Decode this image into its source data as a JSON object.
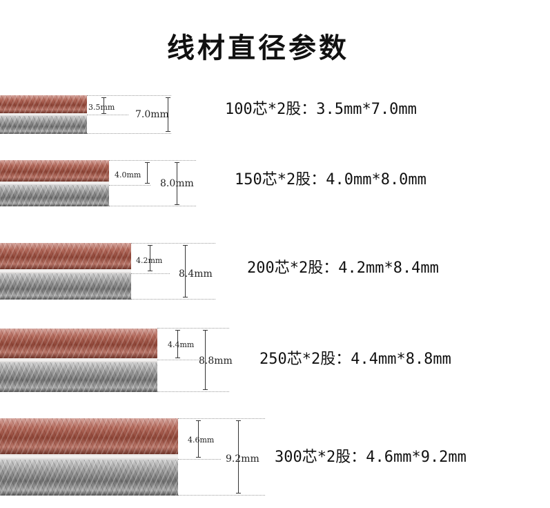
{
  "title": "线材直径参数",
  "specs": [
    {
      "label": "100芯*2股：3.5mm*7.0mm",
      "single_diameter": "3.5mm",
      "total_width": "7.0mm"
    },
    {
      "label": "150芯*2股：4.0mm*8.0mm",
      "single_diameter": "4.0mm",
      "total_width": "8.0mm"
    },
    {
      "label": "200芯*2股：4.2mm*8.4mm",
      "single_diameter": "4.2mm",
      "total_width": "8.4mm"
    },
    {
      "label": "250芯*2股：4.4mm*8.8mm",
      "single_diameter": "4.4mm",
      "total_width": "8.8mm"
    },
    {
      "label": "300芯*2股：4.6mm*9.2mm",
      "single_diameter": "4.6mm",
      "total_width": "9.2mm"
    }
  ],
  "colors": {
    "copper_strand": "#a85a4c",
    "silver_strand": "#8a8a8a",
    "text": "#111111"
  }
}
